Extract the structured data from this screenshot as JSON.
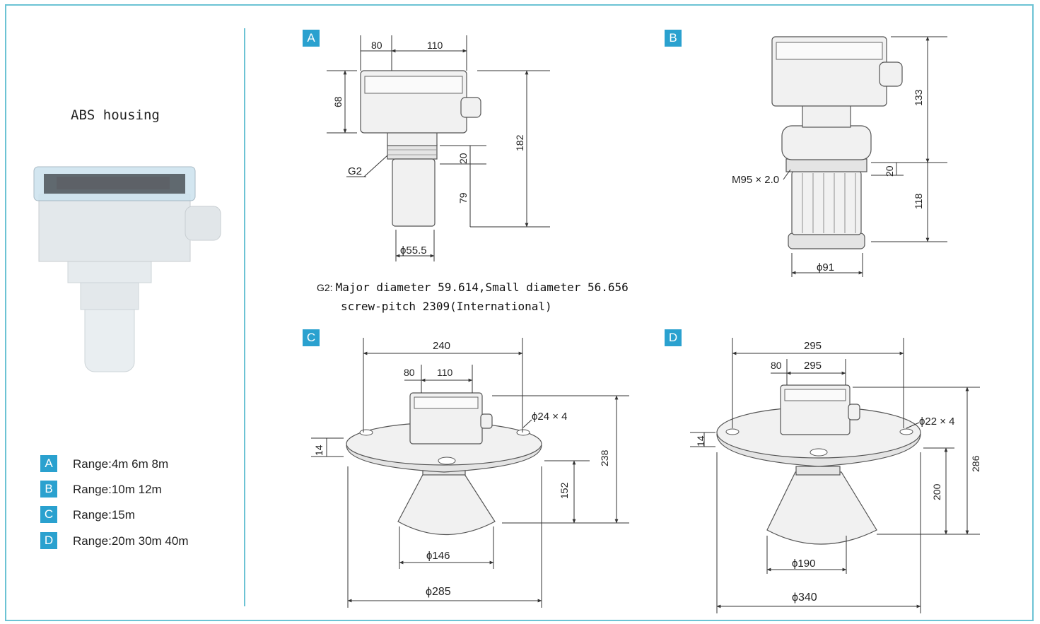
{
  "left_panel": {
    "title": "ABS housing",
    "ranges": [
      {
        "badge": "A",
        "text": "Range:4m  6m  8m"
      },
      {
        "badge": "B",
        "text": "Range:10m  12m"
      },
      {
        "badge": "C",
        "text": "Range:15m"
      },
      {
        "badge": "D",
        "text": "Range:20m  30m  40m"
      }
    ]
  },
  "diagrams": {
    "a": {
      "badge": "A",
      "dims": {
        "w80": "80",
        "w110": "110",
        "h68": "68",
        "h182": "182",
        "h20": "20",
        "h79": "79",
        "thread": "G2",
        "dia": "ϕ55.5"
      }
    },
    "b": {
      "badge": "B",
      "dims": {
        "h133": "133",
        "h20": "20",
        "h118": "118",
        "thread": "M95 × 2.0",
        "dia": "ϕ91"
      }
    },
    "c": {
      "badge": "C",
      "dims": {
        "w240": "240",
        "w80": "80",
        "w110": "110",
        "holes": "ϕ24 × 4",
        "h14": "14",
        "h238": "238",
        "h152": "152",
        "horn": "ϕ146",
        "flange": "ϕ285"
      }
    },
    "d": {
      "badge": "D",
      "dims": {
        "w295a": "295",
        "w80": "80",
        "w295b": "295",
        "holes": "ϕ22 × 4",
        "h14": "14",
        "h286": "286",
        "h200": "200",
        "horn": "ϕ190",
        "flange": "ϕ340"
      }
    }
  },
  "g2_note": {
    "prefix": "G2:",
    "line1": "Major diameter 59.614,Small diameter 56.656",
    "line2": "screw-pitch 2309(International)"
  },
  "colors": {
    "accent": "#2aa1cf",
    "frame": "#6cc3d4"
  }
}
